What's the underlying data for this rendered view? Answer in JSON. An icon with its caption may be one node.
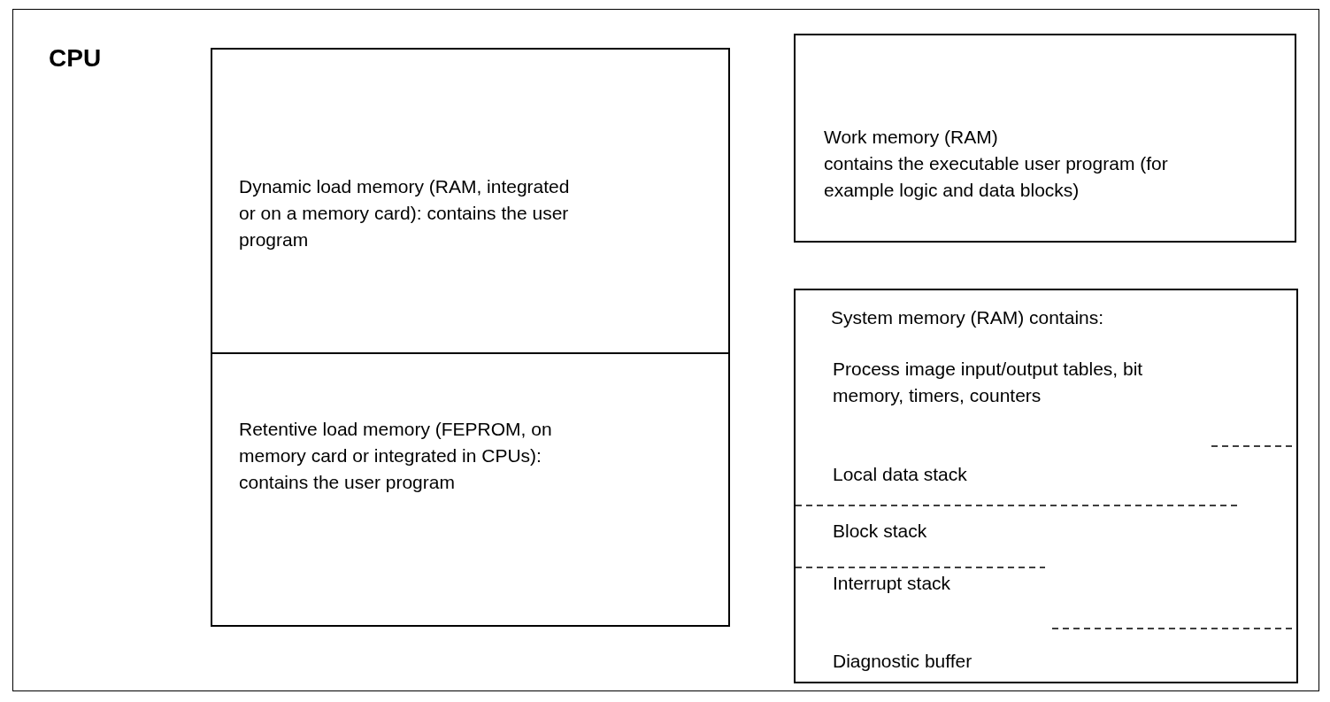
{
  "diagram": {
    "nodes": [
      {
        "text": [
          "CPU"
        ]
      },
      {
        "text": [
          "Dynamic load memory (RAM, integrated or on a memory card): contains the user program"
        ],
        "in": 0
      },
      {
        "text": [
          "Retentive load memory (FEPROM, on memory card or integrated in CPUs): contains the user program"
        ],
        "in": 0
      },
      {
        "text": [
          "Work memory (RAM)",
          "contains the executable user program (for example logic and data blocks)"
        ],
        "in": 0
      },
      {
        "text": [
          "System memory (RAM) contains:",
          "Process image input/output tables, bit memory, timers, counters",
          "Local data stack",
          "Block stack",
          "Interrupt stack",
          "Diagnostic buffer"
        ],
        "in": 0
      }
    ],
    "edges": []
  }
}
